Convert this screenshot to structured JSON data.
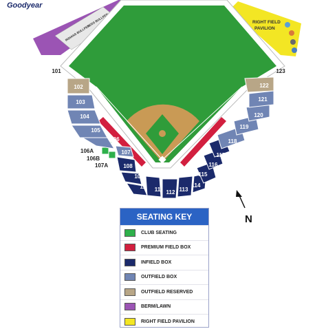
{
  "brand": "Goodyear",
  "compass": {
    "label": "N"
  },
  "bullpens": {
    "left": "INDIANS BULLPEN",
    "right": "REDS BULLPEN"
  },
  "pavilion_label": [
    "RIGHT FIELD",
    "PAVILION"
  ],
  "colors": {
    "field": "#2f9c3a",
    "infield_dirt": "#c99a55",
    "club": "#2eb04b",
    "premium": "#d21f3f",
    "infield_box": "#1b2a6b",
    "outfield_box": "#7085b4",
    "outfield_reserved": "#b8a687",
    "berm": "#9b54b4",
    "pavilion": "#f3e624",
    "key_header": "#2b63c4"
  },
  "sections": [
    "101",
    "102",
    "103",
    "104",
    "105",
    "106",
    "107",
    "108",
    "109",
    "110",
    "111",
    "112",
    "113",
    "114",
    "115",
    "116",
    "117",
    "118",
    "119",
    "120",
    "121",
    "122",
    "123"
  ],
  "extra_sections": [
    "106A",
    "106B",
    "107A"
  ],
  "seating_key": {
    "title": "SEATING KEY",
    "items": [
      {
        "label": "CLUB SEATING",
        "color": "#2eb04b"
      },
      {
        "label": "PREMIUM FIELD BOX",
        "color": "#d21f3f"
      },
      {
        "label": "INFIELD BOX",
        "color": "#1b2a6b"
      },
      {
        "label": "OUTFIELD BOX",
        "color": "#7085b4"
      },
      {
        "label": "OUTFIELD RESERVED",
        "color": "#b8a687"
      },
      {
        "label": "BERM/LAWN",
        "color": "#9b54b4"
      },
      {
        "label": "RIGHT FIELD PAVILION",
        "color": "#f3e624"
      }
    ]
  }
}
